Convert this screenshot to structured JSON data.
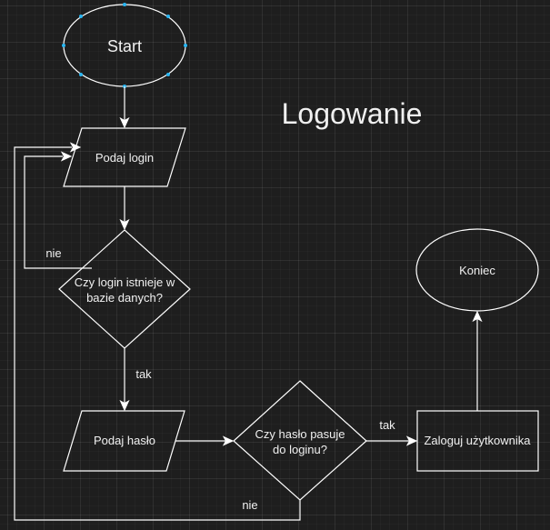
{
  "diagram": {
    "title": "Logowanie",
    "nodes": {
      "start": "Start",
      "podaj_login": "Podaj login",
      "czy_login_line1": "Czy login istnieje w",
      "czy_login_line2": "bazie danych?",
      "podaj_haslo": "Podaj hasło",
      "czy_haslo_line1": "Czy hasło pasuje",
      "czy_haslo_line2": "do loginu?",
      "zaloguj": "Zaloguj użytkownika",
      "koniec": "Koniec"
    },
    "edges": {
      "login_nie": "nie",
      "login_tak": "tak",
      "haslo_tak": "tak",
      "haslo_nie": "nie"
    }
  },
  "colors": {
    "background": "#1e1e1e",
    "stroke": "#ffffff",
    "text": "#f0f0f0",
    "selection_handle": "#29b6f2"
  }
}
